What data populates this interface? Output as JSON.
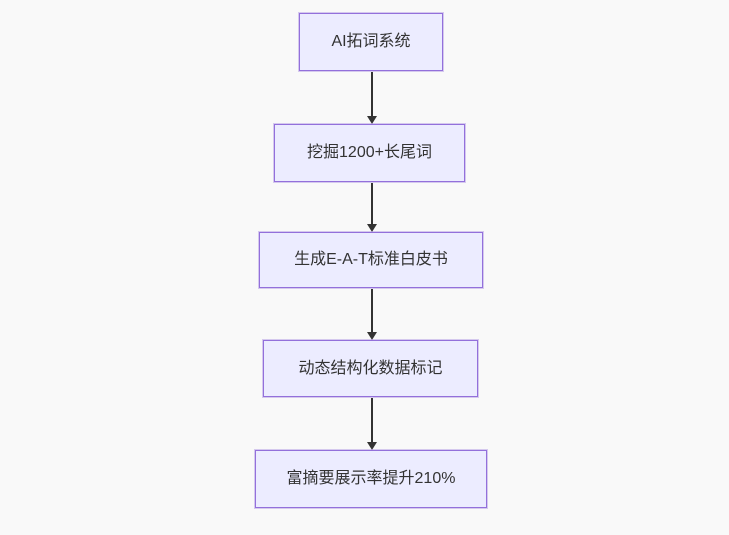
{
  "flowchart": {
    "type": "vertical-flowchart",
    "direction": "top-to-bottom",
    "nodes": [
      {
        "id": "node-1",
        "label": "AI拓词系统"
      },
      {
        "id": "node-2",
        "label": "挖掘1200+长尾词"
      },
      {
        "id": "node-3",
        "label": "生成E-A-T标准白皮书"
      },
      {
        "id": "node-4",
        "label": "动态结构化数据标记"
      },
      {
        "id": "node-5",
        "label": "富摘要展示率提升210%"
      }
    ],
    "edges": [
      {
        "from": "node-1",
        "to": "node-2"
      },
      {
        "from": "node-2",
        "to": "node-3"
      },
      {
        "from": "node-3",
        "to": "node-4"
      },
      {
        "from": "node-4",
        "to": "node-5"
      }
    ],
    "colors": {
      "bg": "#f9f9f9",
      "node_fill": "#ECECFF",
      "node_border": "#9370DB",
      "text": "#333333",
      "arrow": "#333333"
    }
  }
}
